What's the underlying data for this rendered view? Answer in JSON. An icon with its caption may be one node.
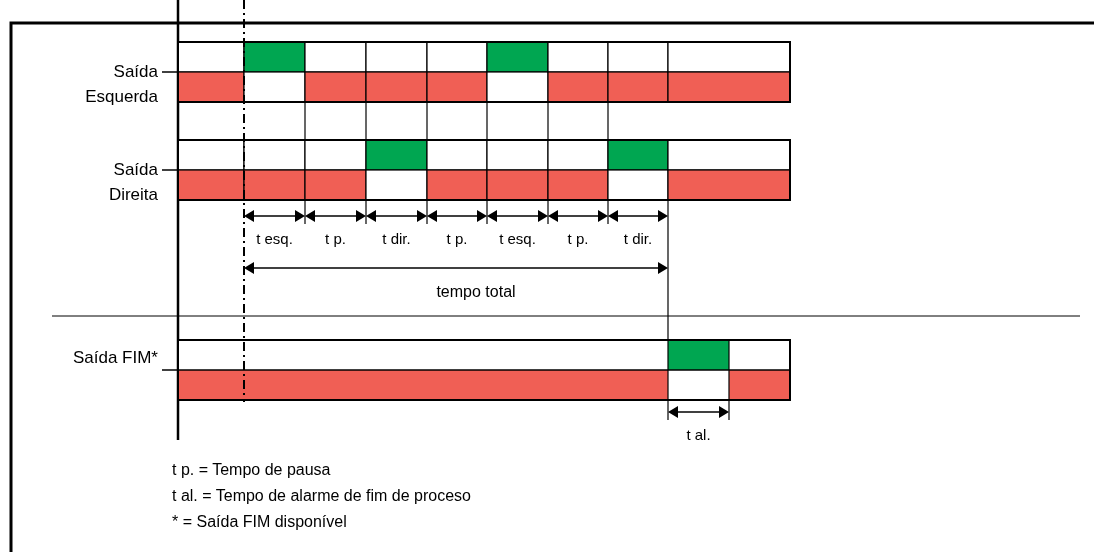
{
  "diagram": {
    "labels": [
      "Saída Esquerda",
      "Saída Direita",
      "t esq.",
      "t p.",
      "t dir.",
      "t p.",
      "t esq.",
      "t p.",
      "t dir.",
      "tempo total",
      "Saída FIM*",
      "t al.",
      "t p. = Tempo de pausa",
      "t al. = Tempo de alarme de fim de proceso",
      "* = Saída FIM disponível"
    ]
  }
}
